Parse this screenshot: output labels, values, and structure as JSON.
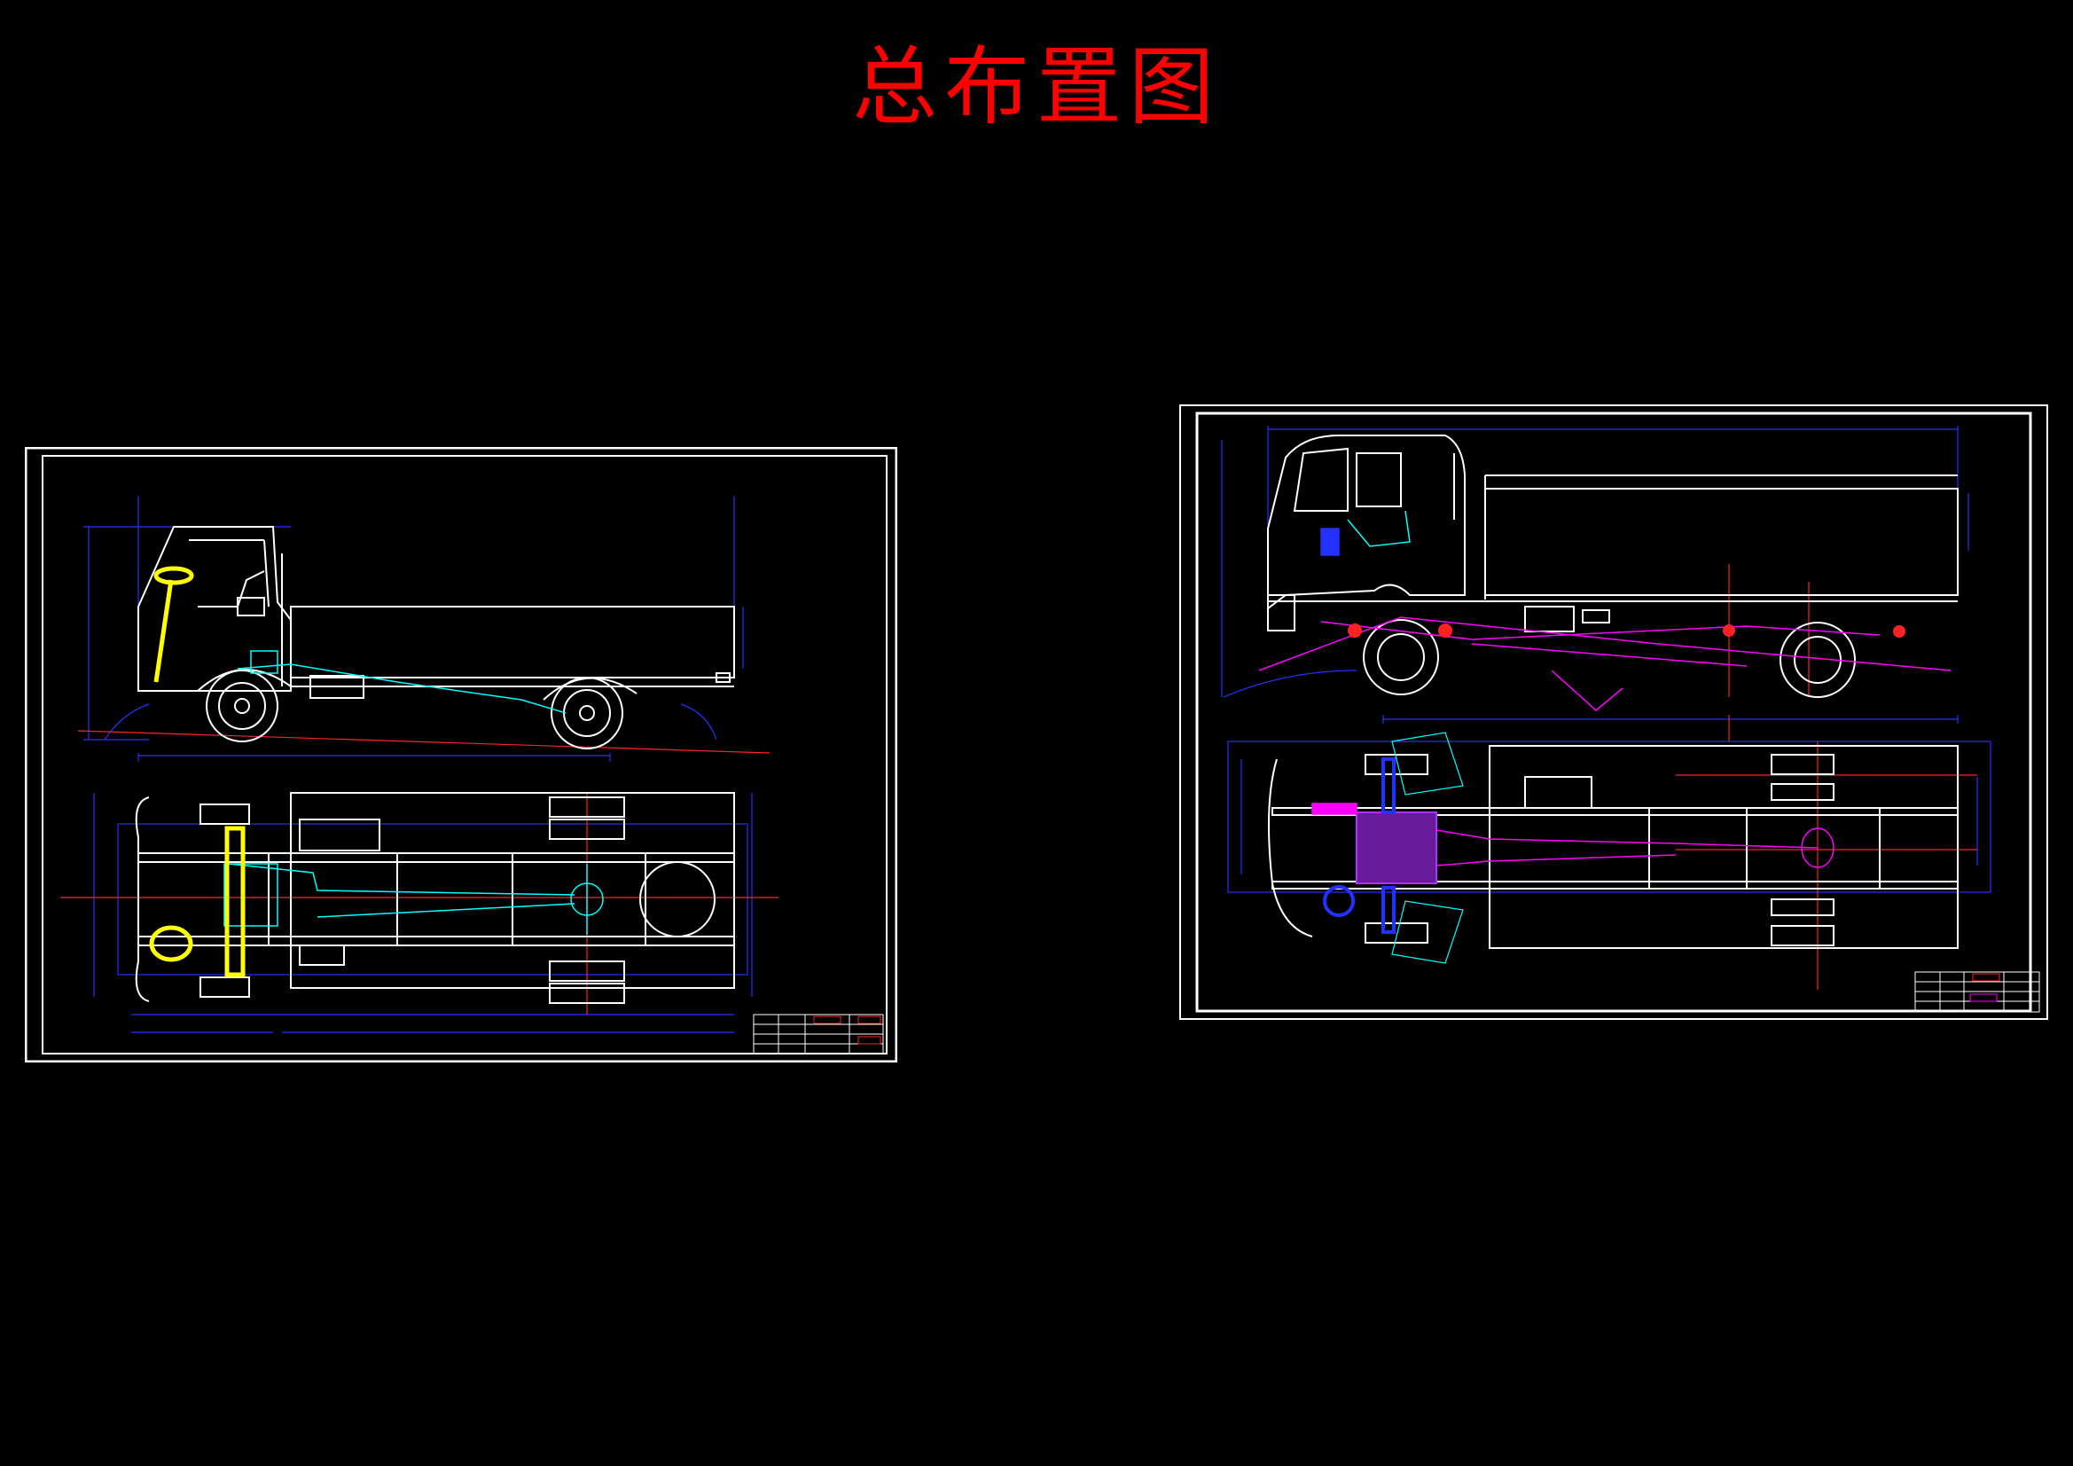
{
  "title": {
    "text": "总布置图"
  },
  "colors": {
    "background": "#000000",
    "title": "#ff0000",
    "frame": "#ffffff",
    "dimension": "#0000ff",
    "centerline": "#ff0000",
    "steering": "#ffff00",
    "driveline": "#00ffff",
    "brake_lines": "#ff00ff",
    "engine": "#8800cc"
  },
  "drawings": [
    {
      "id": "left",
      "views": [
        "side-elevation",
        "top-chassis-plan"
      ]
    },
    {
      "id": "right",
      "views": [
        "side-elevation",
        "top-chassis-plan"
      ]
    }
  ]
}
